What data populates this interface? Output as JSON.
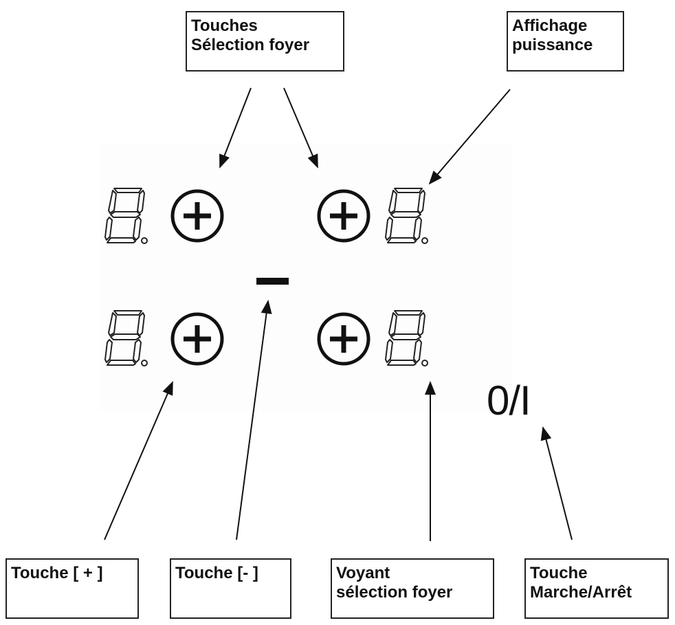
{
  "labels": {
    "selection_keys": "Touches\nSélection foyer",
    "power_display": "Affichage\npuissance",
    "plus_key": "Touche [ + ]",
    "minus_key": "Touche [- ]",
    "zone_indicator": "Voyant\nsélection foyer",
    "onoff_key": "Touche\nMarche/Arrêt"
  },
  "onoff_symbol": "0/I",
  "icons": {
    "plus": "plus-circle-icon",
    "minus": "minus-icon",
    "display": "seven-segment-digit-icon"
  },
  "colors": {
    "ink": "#111111",
    "panel": "#fdfdfd"
  }
}
